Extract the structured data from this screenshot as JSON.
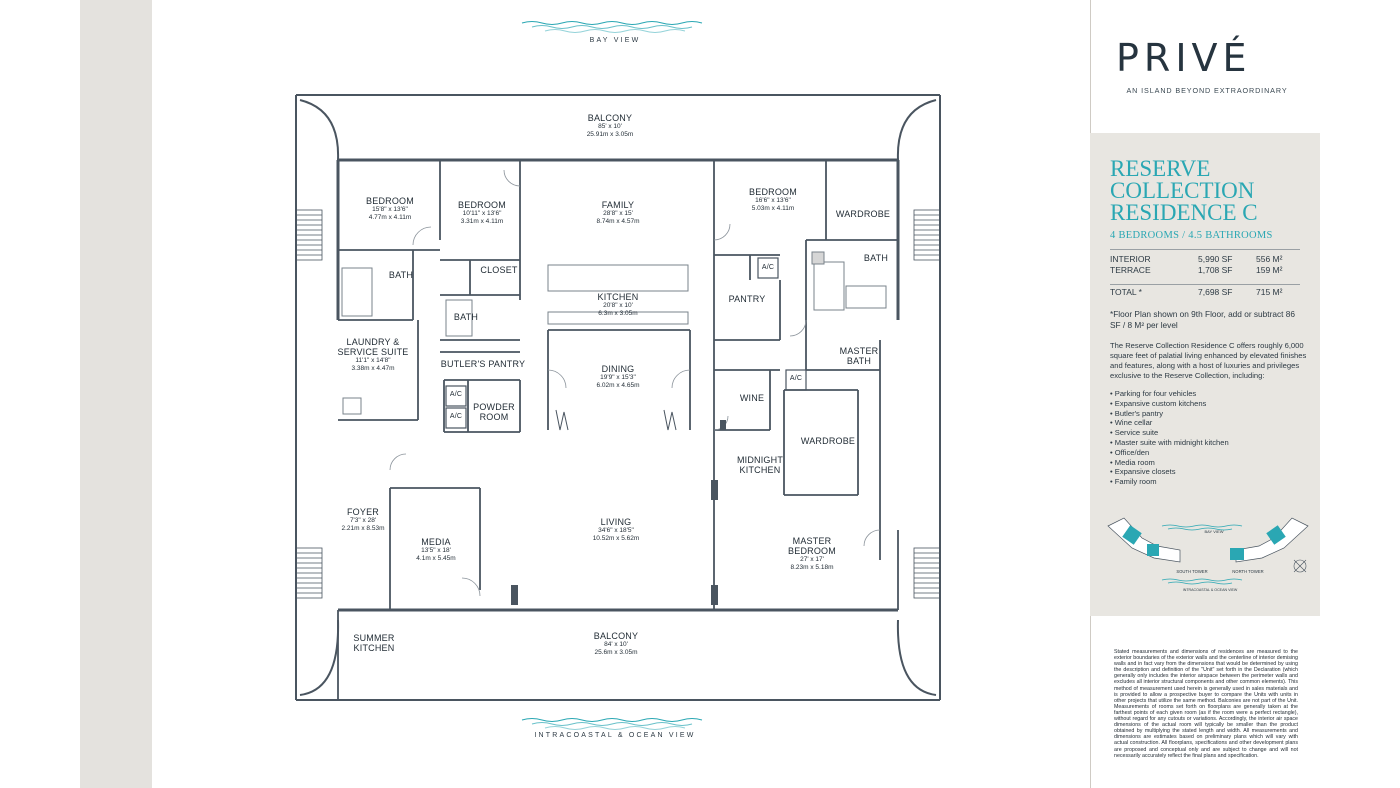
{
  "views": {
    "top": "BAY VIEW",
    "bottom": "INTRACOASTAL & OCEAN VIEW"
  },
  "rooms": {
    "balcony_top": {
      "name": "BALCONY",
      "dims": "85' x 10'",
      "metric": "25.91m x 3.05m"
    },
    "bedroom_1": {
      "name": "BEDROOM",
      "dims": "15'8\" x 13'6\"",
      "metric": "4.77m x 4.11m"
    },
    "bedroom_2": {
      "name": "BEDROOM",
      "dims": "10'11\" x 13'6\"",
      "metric": "3.31m x 4.11m"
    },
    "family": {
      "name": "FAMILY",
      "dims": "28'8\" x 15'",
      "metric": "8.74m x 4.57m"
    },
    "bedroom_3": {
      "name": "BEDROOM",
      "dims": "16'6\" x 13'6\"",
      "metric": "5.03m x 4.11m"
    },
    "wardrobe_top": {
      "name": "WARDROBE"
    },
    "bath_left": {
      "name": "BATH"
    },
    "closet": {
      "name": "CLOSET"
    },
    "bath_right": {
      "name": "BATH"
    },
    "ac_1": {
      "name": "A/C"
    },
    "kitchen": {
      "name": "KITCHEN",
      "dims": "20'8\" x 10'",
      "metric": "6.3m x 3.05m"
    },
    "pantry": {
      "name": "PANTRY"
    },
    "bath_mid": {
      "name": "BATH"
    },
    "laundry": {
      "name1": "LAUNDRY &",
      "name2": "SERVICE SUITE",
      "dims": "11'1\" x 14'8\"",
      "metric": "3.38m x 4.47m"
    },
    "master_bath": {
      "name1": "MASTER",
      "name2": "BATH"
    },
    "butlers_pantry": {
      "name": "BUTLER'S PANTRY"
    },
    "dining": {
      "name": "DINING",
      "dims": "19'9\" x 15'3\"",
      "metric": "6.02m x 4.65m"
    },
    "ac_2": {
      "name": "A/C"
    },
    "ac_3": {
      "name": "A/C"
    },
    "ac_4": {
      "name": "A/C"
    },
    "powder_room": {
      "name1": "POWDER",
      "name2": "ROOM"
    },
    "wine": {
      "name": "WINE"
    },
    "wardrobe_master": {
      "name": "WARDROBE"
    },
    "midnight_kitchen": {
      "name1": "MIDNIGHT",
      "name2": "KITCHEN"
    },
    "foyer": {
      "name": "FOYER",
      "dims": "7'3\" x 28'",
      "metric": "2.21m x 8.53m"
    },
    "living": {
      "name": "LIVING",
      "dims": "34'6\" x 18'5\"",
      "metric": "10.52m x 5.62m"
    },
    "media": {
      "name": "MEDIA",
      "dims": "13'5\" x 18'",
      "metric": "4.1m x 5.45m"
    },
    "master_bedroom": {
      "name1": "MASTER",
      "name2": "BEDROOM",
      "dims": "27' x 17'",
      "metric": "8.23m x 5.18m"
    },
    "summer_kitchen": {
      "name1": "SUMMER",
      "name2": "KITCHEN"
    },
    "balcony_bottom": {
      "name": "BALCONY",
      "dims": "84' x 10'",
      "metric": "25.6m x 3.05m"
    }
  },
  "brand": {
    "logo": "PRIVÉ",
    "tagline": "AN ISLAND BEYOND EXTRAORDINARY"
  },
  "collection": {
    "line1": "RESERVE",
    "line2": "COLLECTION",
    "line3": "RESIDENCE C",
    "subtitle": "4 BEDROOMS / 4.5 BATHROOMS"
  },
  "areas": [
    {
      "label": "INTERIOR",
      "sf": "5,990 SF",
      "m2": "556 M²"
    },
    {
      "label": "TERRACE",
      "sf": "1,708 SF",
      "m2": "159 M²"
    },
    {
      "label": "TOTAL *",
      "sf": "7,698 SF",
      "m2": "715 M²"
    }
  ],
  "floor_note": "*Floor Plan shown on 9th Floor, add or subtract 86 SF / 8 M² per level",
  "description": "The Reserve Collection Residence C offers roughly 6,000 square feet of palatial living enhanced by elevated finishes and features, along with a host of luxuries and privileges exclusive to the Reserve Collection, including:",
  "features": [
    "• Parking for four vehicles",
    "• Expansive custom kitchens",
    "• Butler's pantry",
    "• Wine cellar",
    "• Service suite",
    "• Master suite with midnight kitchen",
    "• Office/den",
    "• Media room",
    "• Expansive closets",
    "• Family room"
  ],
  "keyplan": {
    "bay_view": "BAY VIEW",
    "south_tower": "SOUTH TOWER",
    "north_tower": "NORTH TOWER",
    "bottom_view": "INTRACOASTAL & OCEAN VIEW",
    "accent": "#2aa7b3"
  },
  "legal": "Stated measurements and dimensions of residences are measured to the exterior boundaries of the exterior walls and the centerline of interior demising walls and in fact vary from the dimensions that would be determined by using the description and definition of the \"Unit\" set forth in the Declaration (which generally only includes the interior airspace between the perimeter walls and excludes all interior structural components and other common elements). This method of measurement used herein is generally used in sales materials and is provided to allow a prospective buyer to compare the Units with units in other projects that utilize the same method. Balconies are not part of the Unit. Measurements of rooms set forth on floorplans are generally taken at the farthest points of each given room (as if the room were a perfect rectangle), without regard for any cutouts or variations. Accordingly, the interior air space dimensions of the actual room will typically be smaller than the product obtained by multiplying the stated length and width. All measurements and dimensions are estimates based on preliminary plans which will vary with actual construction. All floorplans, specifications and other development plans are proposed and conceptual only and are subject to change and will not necessarily accurately reflect the final plans and specification.",
  "colors": {
    "accent": "#2aa7b3",
    "wall": "#4a5560",
    "panel": "#e8e6e1",
    "strip": "#e4e2de"
  }
}
